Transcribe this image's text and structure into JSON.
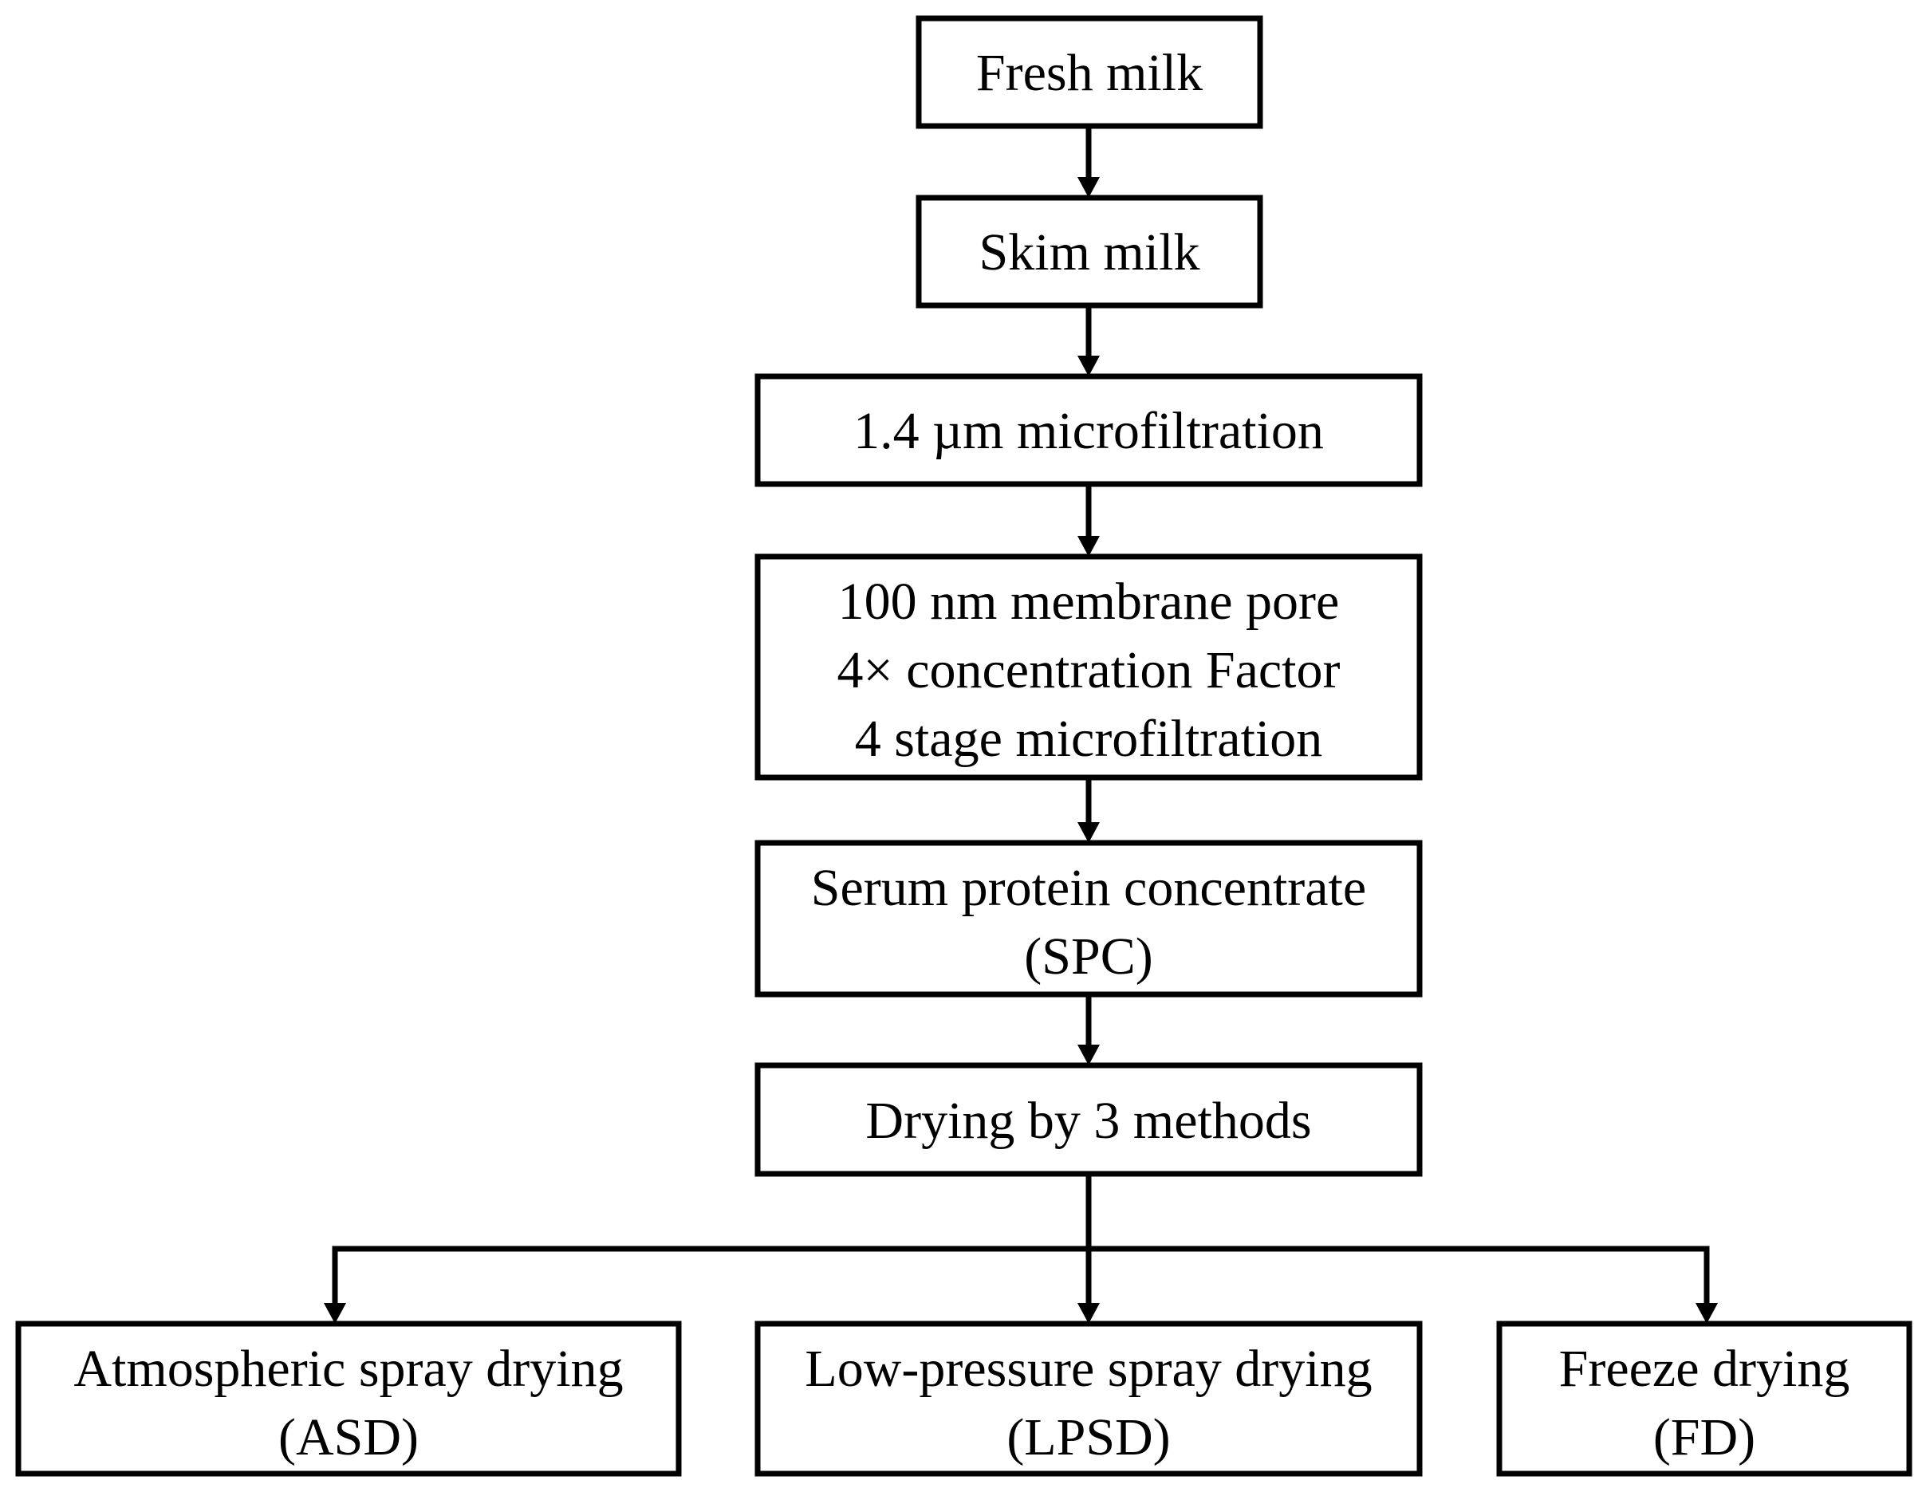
{
  "flowchart": {
    "nodes": [
      {
        "id": "fresh-milk",
        "lines": [
          "Fresh milk"
        ]
      },
      {
        "id": "skim-milk",
        "lines": [
          "Skim milk"
        ]
      },
      {
        "id": "microfiltration-1-4",
        "lines": [
          "1.4 µm microfiltration"
        ]
      },
      {
        "id": "membrane-stage",
        "lines": [
          "100 nm membrane pore",
          "4× concentration Factor",
          "4 stage microfiltration"
        ]
      },
      {
        "id": "spc",
        "lines": [
          "Serum protein concentrate",
          "(SPC)"
        ]
      },
      {
        "id": "drying-methods",
        "lines": [
          "Drying by 3 methods"
        ]
      },
      {
        "id": "asd",
        "lines": [
          "Atmospheric spray drying",
          "(ASD)"
        ]
      },
      {
        "id": "lpsd",
        "lines": [
          "Low-pressure spray drying",
          "(LPSD)"
        ]
      },
      {
        "id": "fd",
        "lines": [
          "Freeze drying",
          "(FD)"
        ]
      }
    ],
    "edges": [
      {
        "from": "fresh-milk",
        "to": "skim-milk"
      },
      {
        "from": "skim-milk",
        "to": "microfiltration-1-4"
      },
      {
        "from": "microfiltration-1-4",
        "to": "membrane-stage"
      },
      {
        "from": "membrane-stage",
        "to": "spc"
      },
      {
        "from": "spc",
        "to": "drying-methods"
      },
      {
        "from": "drying-methods",
        "to": "asd"
      },
      {
        "from": "drying-methods",
        "to": "lpsd"
      },
      {
        "from": "drying-methods",
        "to": "fd"
      }
    ]
  }
}
